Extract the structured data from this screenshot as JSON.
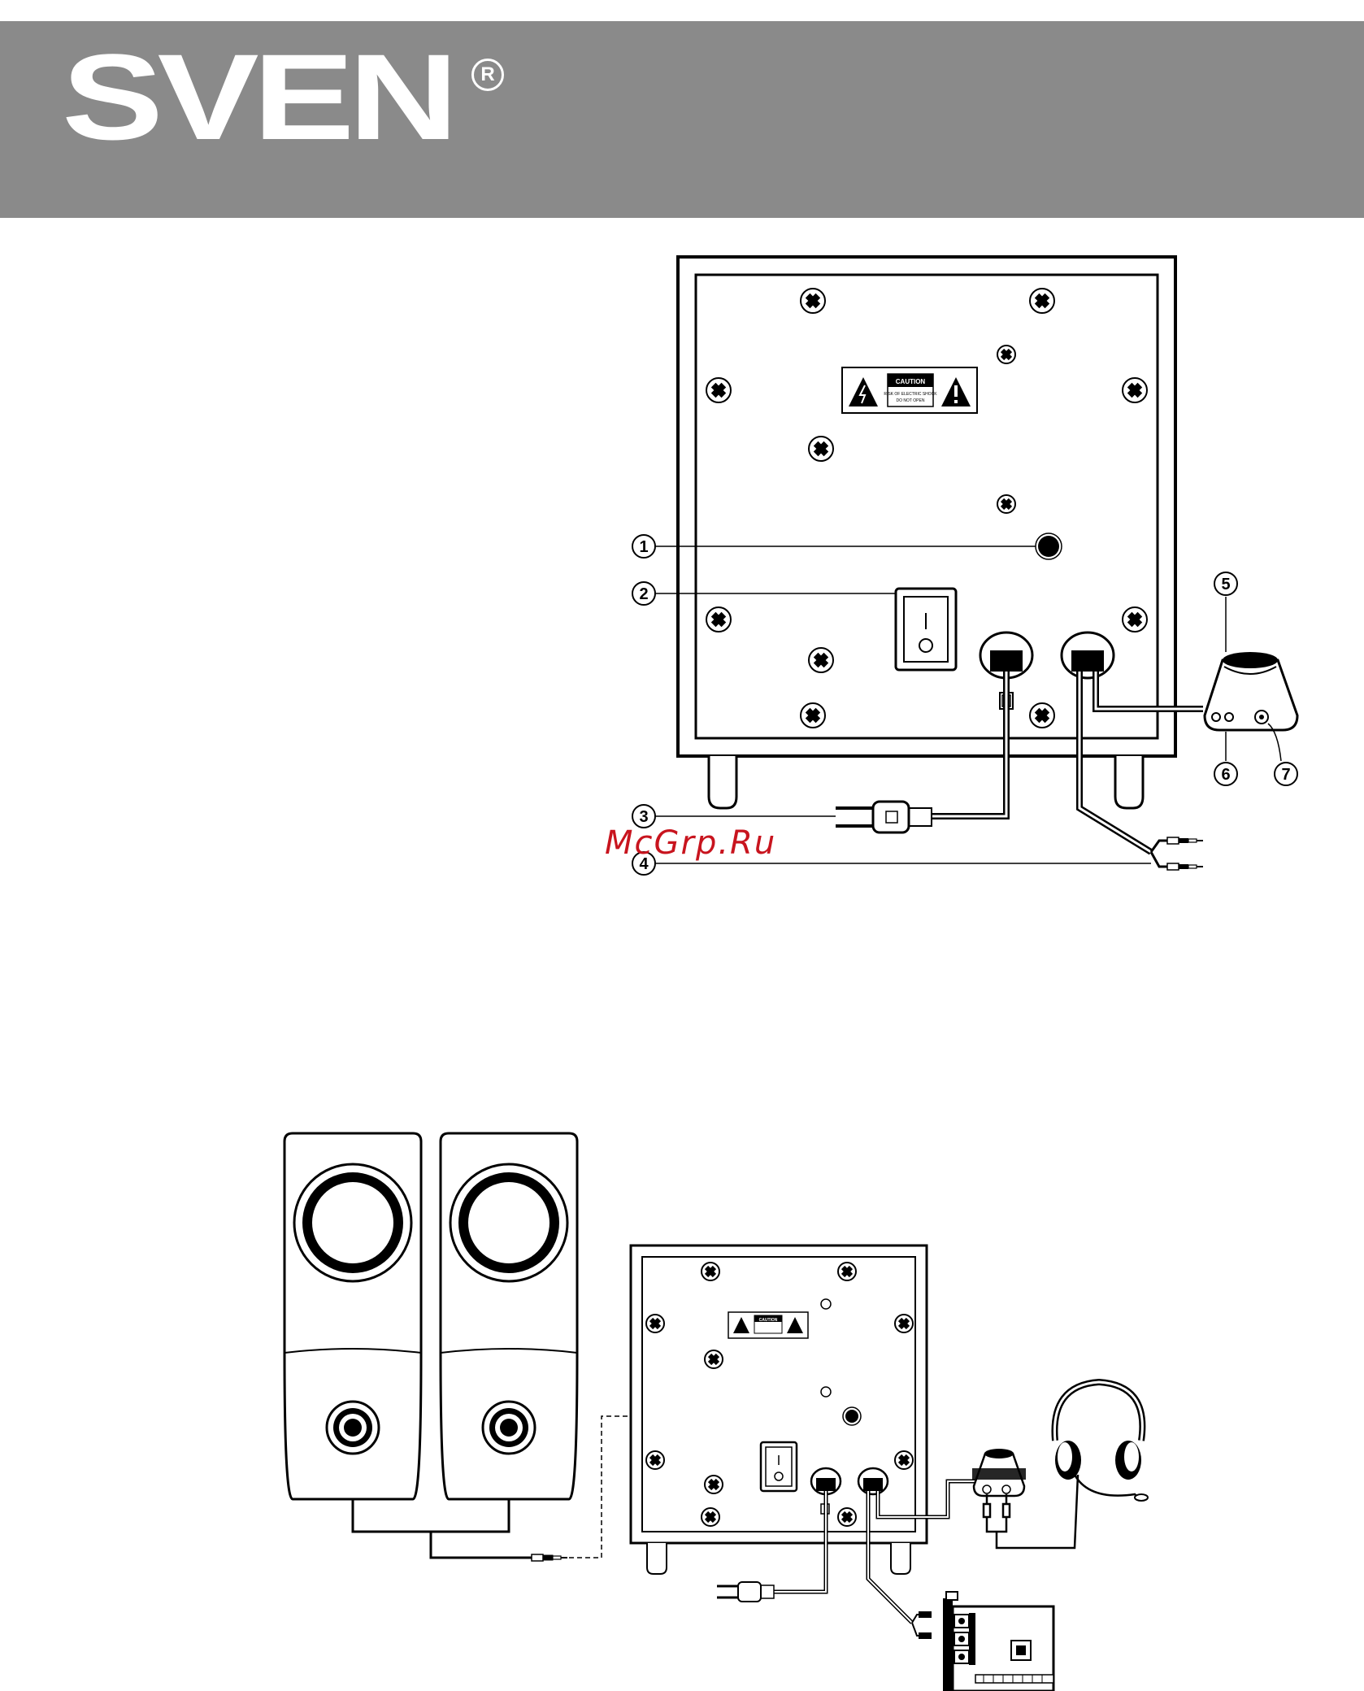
{
  "header": {
    "brand": "SVEN",
    "registered_mark": "R",
    "band_color": "#8a8a8a"
  },
  "watermark": {
    "text": "McGrp.Ru",
    "color": "#c8141e"
  },
  "rear_panel": {
    "caution_label": "CAUTION",
    "caution_subtext": "RISK OF ELECTRIC SHOCK",
    "caution_subtext2": "DO NOT OPEN",
    "callouts": [
      "1",
      "2",
      "3",
      "4",
      "5",
      "6",
      "7"
    ]
  },
  "connection_diagram": {
    "caution_label": "CAUTION"
  }
}
